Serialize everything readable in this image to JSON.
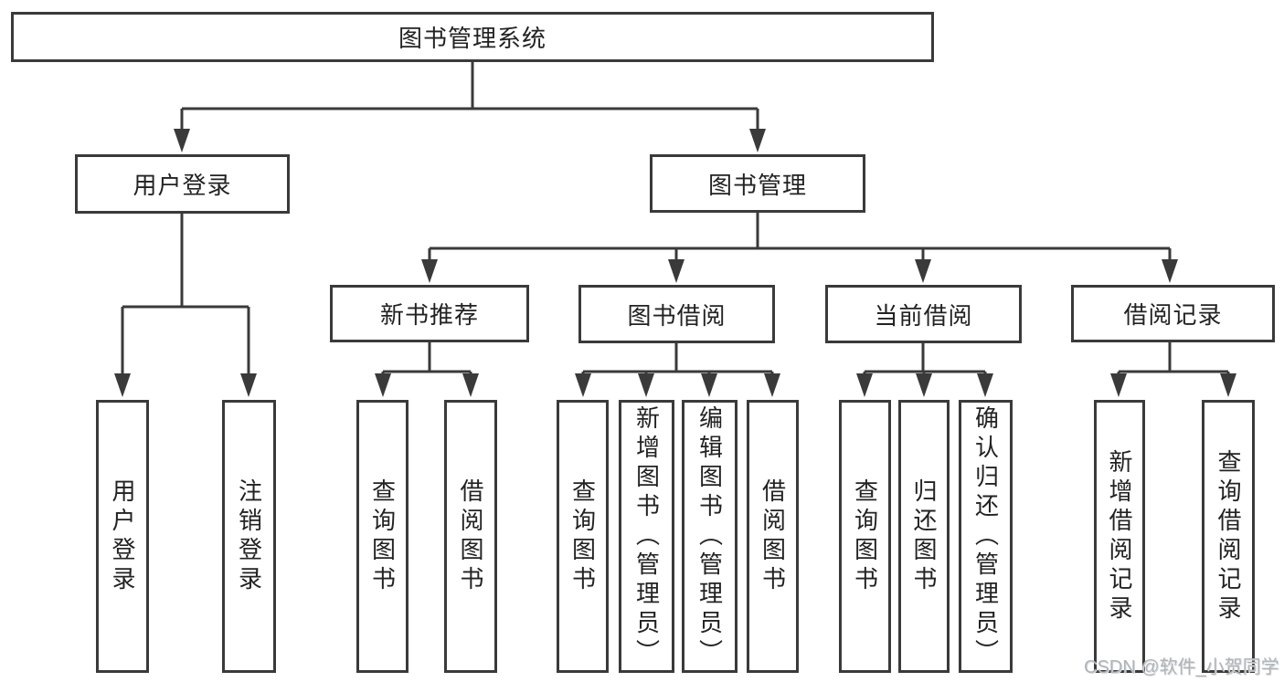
{
  "root": {
    "label": "图书管理系统"
  },
  "level1": {
    "user_login": "用户登录",
    "book_mgmt": "图书管理"
  },
  "level2": {
    "new_books": "新书推荐",
    "book_borrow": "图书借阅",
    "current_borrow": "当前借阅",
    "borrow_records": "借阅记录"
  },
  "leaves": {
    "user_login": "用户登录",
    "logout": "注销登录",
    "nb_query": "查询图书",
    "nb_borrow": "借阅图书",
    "bb_query": "查询图书",
    "bb_add": "新增图书（管理员）",
    "bb_edit": "编辑图书（管理员）",
    "bb_borrow": "借阅图书",
    "cb_query": "查询图书",
    "cb_return": "归还图书",
    "cb_confirm": "确认归还（管理员）",
    "br_add": "新增借阅记录",
    "br_query": "查询借阅记录"
  },
  "hierarchy": {
    "图书管理系统": [
      "用户登录",
      "图书管理"
    ],
    "用户登录": [
      "用户登录",
      "注销登录"
    ],
    "图书管理": [
      "新书推荐",
      "图书借阅",
      "当前借阅",
      "借阅记录"
    ],
    "新书推荐": [
      "查询图书",
      "借阅图书"
    ],
    "图书借阅": [
      "查询图书",
      "新增图书（管理员）",
      "编辑图书（管理员）",
      "借阅图书"
    ],
    "当前借阅": [
      "查询图书",
      "归还图书",
      "确认归还（管理员）"
    ],
    "借阅记录": [
      "新增借阅记录",
      "查询借阅记录"
    ]
  },
  "watermark": "CSDN @软件_小贺同学",
  "colors": {
    "line": "#3a3a3a",
    "text": "#222222",
    "background": "#ffffff",
    "watermark": "#b0b5ba"
  }
}
